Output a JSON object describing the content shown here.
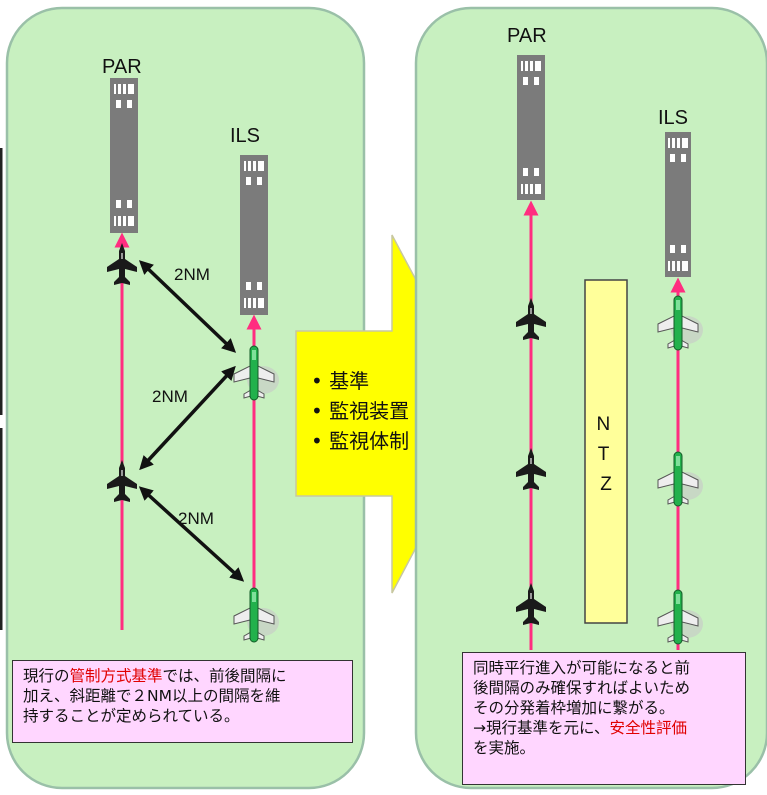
{
  "left_panel": {
    "par_label": "PAR",
    "ils_label": "ILS",
    "separations": [
      "2NM",
      "2NM",
      "2NM"
    ],
    "note": {
      "line1_a": "現行の",
      "line1_red": "管制方式基準",
      "line1_b": "では、前後間隔に",
      "line2": "加え、斜距離で２NM以上の間隔を維",
      "line3": "持することが定められている。"
    }
  },
  "center_arrow": {
    "items": [
      "基準",
      "監視装置",
      "監視体制"
    ]
  },
  "right_panel": {
    "par_label": "PAR",
    "ils_label": "ILS",
    "ntz_label": "NTZ",
    "note": {
      "line1": "同時平行進入が可能になると前",
      "line2": "後間隔のみ確保すればよいため",
      "line3": "その分発着枠増加に繋がる。",
      "line4_a": "→現行基準を元に、",
      "line4_red": "安全性評価",
      "line5": "を実施。"
    }
  },
  "colors": {
    "panel_fill": "#c8f0c0",
    "panel_border": "#9ac0a8",
    "runway": "#7b7b7b",
    "course_line": "#ff2d80",
    "arrow_fill": "#ffff00",
    "ntz_fill": "#ffff9a",
    "note_fill": "#ffd6ff",
    "fighter": "#1a1a1a",
    "airliner_tail": "#22b14c"
  }
}
